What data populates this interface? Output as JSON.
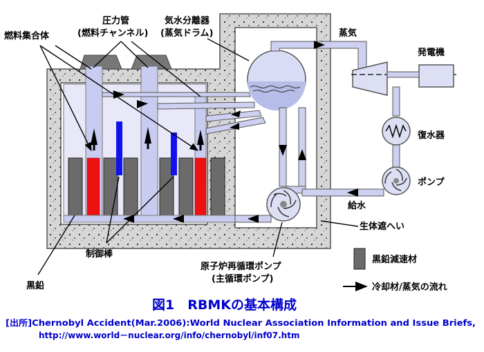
{
  "labels": {
    "fuel_assembly": "燃料集合体",
    "pressure_tube_1": "圧力管",
    "pressure_tube_2": "(燃料チャンネル)",
    "separator_1": "気水分離器",
    "separator_2": "(蒸気ドラム)",
    "steam": "蒸気",
    "generator": "発電機",
    "condenser": "復水器",
    "pump": "ポンプ",
    "feedwater": "給水",
    "shield": "生体遮へい",
    "control_rod": "制御棒",
    "graphite": "黒鉛",
    "recirc_pump_1": "原子炉再循環ポンプ",
    "recirc_pump_2": "(主循環ポンプ)",
    "legend_moderator": "黒鉛減速材",
    "legend_flow": "冷却材/蒸気の流れ"
  },
  "title": "図1　RBMKの基本構成",
  "source_line1": "[出所]Chernobyl Accident(Mar.2006):World Nuclear Association Information and Issue Briefs,",
  "source_line2": "http://www.world－nuclear.org/info/chernobyl/inf07.htm",
  "colors": {
    "concrete": "#d4d4d4",
    "water": "#c8c8f0",
    "pipe": "#cdd0f0",
    "fuel": "#ee1111",
    "control_rod": "#1111ee",
    "graphite": "#6b6b6b",
    "caption": "#0000cc"
  }
}
